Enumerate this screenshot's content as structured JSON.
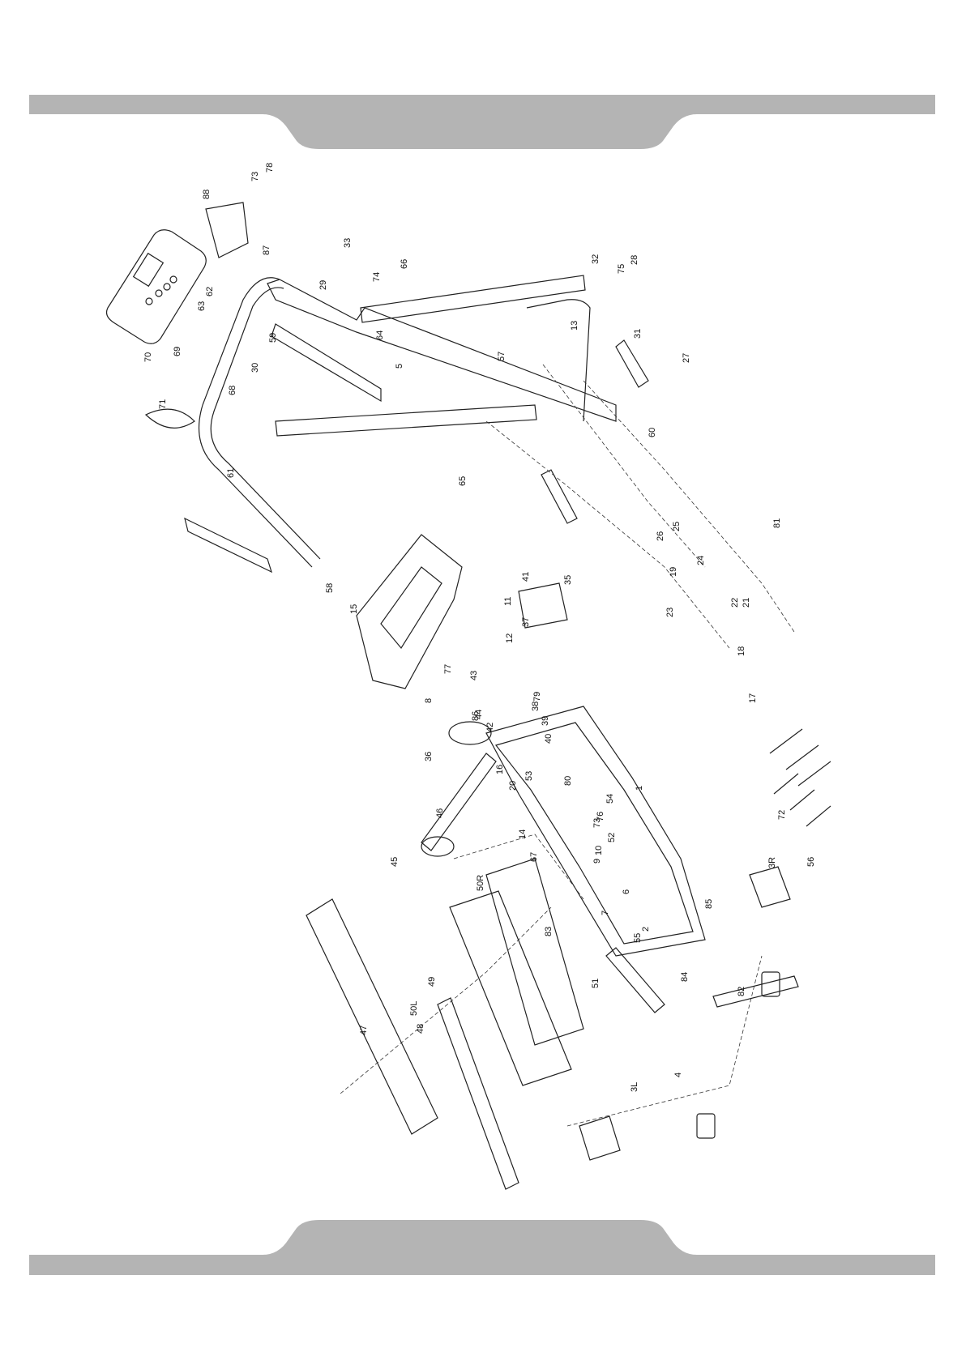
{
  "diagram": {
    "title": "",
    "part_labels": [
      "88",
      "73",
      "78",
      "87",
      "70",
      "69",
      "63",
      "62",
      "30",
      "29",
      "33",
      "74",
      "64",
      "66",
      "59",
      "68",
      "5",
      "71",
      "61",
      "58",
      "57",
      "65",
      "32",
      "75",
      "28",
      "13",
      "31",
      "27",
      "60",
      "15",
      "41",
      "12",
      "11",
      "37",
      "35",
      "77",
      "43",
      "86",
      "8",
      "44",
      "42",
      "40",
      "39",
      "38",
      "79",
      "16",
      "14",
      "36",
      "46",
      "45",
      "53",
      "20",
      "80",
      "67",
      "10",
      "9",
      "54",
      "73",
      "76",
      "52",
      "1",
      "26",
      "25",
      "24",
      "19",
      "23",
      "22",
      "21",
      "18",
      "17",
      "81",
      "83",
      "50R",
      "49",
      "48",
      "47",
      "50L",
      "51",
      "55",
      "7",
      "6",
      "85",
      "3R",
      "56",
      "2",
      "84",
      "82",
      "4",
      "3L",
      "72"
    ]
  }
}
